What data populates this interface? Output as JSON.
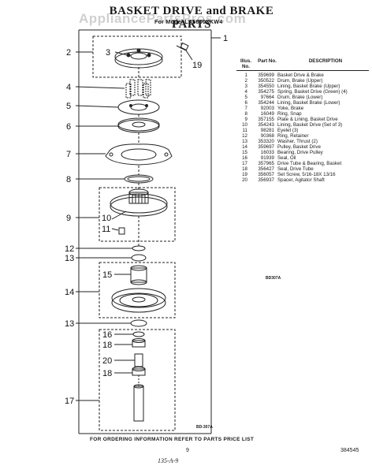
{
  "header": {
    "title": "BASKET DRIVE and BRAKE PARTS",
    "subtitle": "For Model LA5800XKW4",
    "watermark": "AppliancePartsPros.com"
  },
  "callouts": {
    "c1": "1",
    "c2": "2",
    "c3": "3",
    "c4": "4",
    "c5": "5",
    "c6": "6",
    "c7": "7",
    "c8": "8",
    "c9": "9",
    "c10": "10",
    "c11": "11",
    "c12": "12",
    "c13a": "13",
    "c14": "14",
    "c15": "15",
    "c13b": "13",
    "c16": "16",
    "c18a": "18",
    "c20": "20",
    "c18b": "18",
    "c17": "17",
    "c19": "19"
  },
  "parts_table": {
    "headers": {
      "illus": "Illus. No.",
      "part": "Part No.",
      "desc": "DESCRIPTION"
    },
    "rows": [
      {
        "n": "1",
        "p": "359699",
        "d": "Basket Drive & Brake"
      },
      {
        "n": "2",
        "p": "350522",
        "d": "Drum, Brake (Upper)"
      },
      {
        "n": "3",
        "p": "354550",
        "d": "Lining, Basket Brake (Upper)"
      },
      {
        "n": "4",
        "p": "354275",
        "d": "Spring, Basket Drive (Green) (4)"
      },
      {
        "n": "5",
        "p": "97664",
        "d": "Drum, Brake (Lower)"
      },
      {
        "n": "6",
        "p": "354244",
        "d": "Lining, Basket Brake (Lower)"
      },
      {
        "n": "7",
        "p": "92003",
        "d": "Yoke, Brake"
      },
      {
        "n": "8",
        "p": "16049",
        "d": "Ring, Snap"
      },
      {
        "n": "9",
        "p": "357155",
        "d": "Plate & Lining, Basket Drive"
      },
      {
        "n": "10",
        "p": "354243",
        "d": "Lining, Basket Drive (Set of 3)"
      },
      {
        "n": "11",
        "p": "98281",
        "d": "Eyelet (3)"
      },
      {
        "n": "12",
        "p": "90368",
        "d": "Ring, Retainer"
      },
      {
        "n": "13",
        "p": "353320",
        "d": "Washer, Thrust (2)"
      },
      {
        "n": "14",
        "p": "359697",
        "d": "Pulley, Basket Drive"
      },
      {
        "n": "15",
        "p": "16033",
        "d": "Bearing, Drive Pulley"
      },
      {
        "n": "16",
        "p": "91939",
        "d": "Seal, Oil"
      },
      {
        "n": "17",
        "p": "357965",
        "d": "Drive Tube & Bearing, Basket"
      },
      {
        "n": "18",
        "p": "356427",
        "d": "Seal, Drive Tube"
      },
      {
        "n": "19",
        "p": "356057",
        "d": "Set Screw, 5/16-18X 13/16"
      },
      {
        "n": "20",
        "p": "356937",
        "d": "Spacer, Agitator Shaft"
      }
    ],
    "code": "BD307A"
  },
  "figure_code": "BD-307A",
  "footer": {
    "note": "FOR ORDERING INFORMATION REFER TO PARTS PRICE LIST",
    "page": "9",
    "doc_number": "384545",
    "handwritten": "135-A-9"
  }
}
